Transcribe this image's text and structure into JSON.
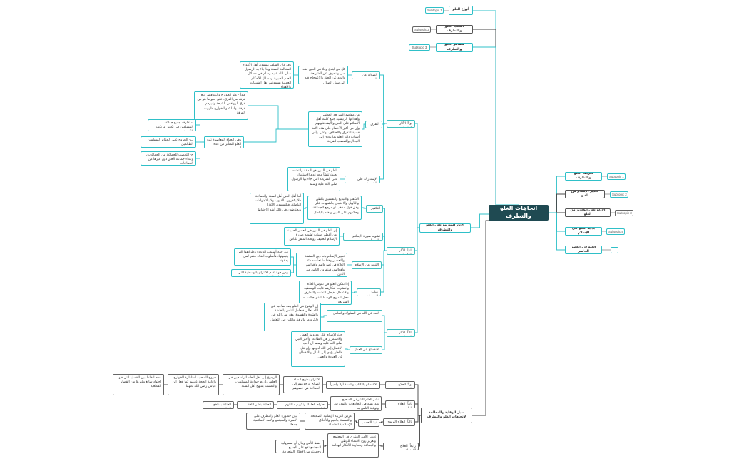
{
  "root": {
    "title": "اتجاهات الغلو والتطرف"
  },
  "top_branches": [
    {
      "id": "b1",
      "label": "أنواع الغلو",
      "tag": "Subtopic 1"
    },
    {
      "id": "b2",
      "label": "أسباب الغلو والتطرف",
      "tag": "Subtopic 2"
    },
    {
      "id": "b3",
      "label": "مظاهر الغلو والتطرف",
      "tag": "Subtopic 3"
    }
  ],
  "right_branches": [
    {
      "id": "r1",
      "label": "تعريف الغلو والتطرف",
      "tag": "Subtopic 1"
    },
    {
      "id": "r2",
      "label": "تحذير الإسلام من الغلو",
      "tag": "Subtopic 2"
    },
    {
      "id": "r3",
      "label": "الأدلة على التحذير من الغلو",
      "tag": "Subtopic 3"
    },
    {
      "id": "r4",
      "label": "بداية الغلو في الإسلام",
      "tag": "Subtopic 4"
    },
    {
      "id": "r5",
      "label": "الغلو في العصر الحاضر",
      "tag": ""
    }
  ],
  "effects": {
    "label": "الآثار المترتبة على الغلو والتطرف",
    "groups": [
      {
        "label": "أولاً: الآثار العقدية",
        "items": [
          {
            "label": "الضلالة عن الهدى",
            "detail": "كل من ابتدع وغلا في الدين فقد ضل وانحرف عن الشريعة، والبعد عن الحق والاعوجاج فيه إلى سبل الضلال",
            "note": "وقد كان السلف يسمون أهل الأهواء المخالفة للسنة وما جاء به الرسول صلى الله عليه وسلم في مسائل العلم الخبرية ومسائل الأحكام العملية يسمونهم أهل الشبهات والأهواء"
          },
          {
            "label": "التفرق",
            "detail": "من مقاصد الشريعة العظمى وأهدافها الرئيسية جمع كلمة أهل الإسلام على الحق وتأليف قلوبهم وإن من أكبر الأخطار على هذه الأمة قضية التفرق والاختلاف، وعلى رأس أسباب ذلك الغلو بما يؤدي إلى الجدال والتعصب للفرقة",
            "note": "فبدأ - غلو الخوارج والروافض أتبع فرقه من الفرق، على نحو ما هو من فرق الروافض الشيعة وغيرهم فرقة، ولما غلو الخوارج ظهرت الفرقة",
            "subs": [
              "أ- تفارقه جميع جماعة المسلمين في تكفير مرتكب الكبيرة",
              "ب- الخروج على الحكام المسلمين الظالمين",
              "ج- التعصب للجماعة من الجماعات، وعداء جماعة الحق دون غيرها من الجماعات"
            ],
            "subs_label": "وفي الحياة المعاصرة تنبع الغلو المتأثر من عدة أوجه"
          },
          {
            "label": "الإستدراك على الشريعة",
            "detail": "الغلو في الدين هو البدعة والتشدد بحيث تنشأ معه عدم الاستقرار على الشريعة التي جاء بها الرسول صلى الله عليه وسلم"
          }
        ]
      },
      {
        "label": "ثانياً: الآثار الفكرية",
        "items": [
          {
            "label": "التكفير",
            "detail": "التكفير والتبديع والتفسيق بالظن والتأويل والاحتجاج بالشبهات على وفق قول مذهب أو مرجع الجماعة، وحكمهم على الدين وأهله بالباطل",
            "note": "أما أهل الحق أهل السنة والجماعة فلا يكفرون بالذنوب ولا بالاجتهادات الباطلة، فيلتمسون الأعذار ويحتاطون في ذلك أشد الاحتياط"
          },
          {
            "label": "تشويه صورة الإسلام والمسلمين",
            "detail": "إن الغلو في الدين في العصر الحديث من أعظم أسباب تشويه صورة الإسلام الحنيف ووقعه المنفر للناس"
          },
          {
            "label": "التنفير من الإسلام",
            "detail": "تمييز الإسلام بأنه دين المشقة والتعسير وهذا ما تعكسه فئة الغلاة في تصرفاتهم وأقوالهم وأفعالهم، فينفرون الناس من الدين",
            "subs": [
              "من جهة أسلوب الدعوة وطرائقها التي يتبعونها، فأسلوب الغلاة منفر لمن يدعونه",
              "ومن جهة عدم الالتزام بالوسطية التي يحثنا عليها الإسلام"
            ]
          },
          {
            "label": "غياب الوسطية",
            "detail": "إذا تمكن الغلو في نفوس الغلاة وانتشرت أفكارهم غابت الوسطية والاعتدال، فيحل التشدد والتطرف محل المنهج الوسط الذي جاءت به الشريعة"
          }
        ]
      },
      {
        "label": "ثالثاً: الآثار السلوكية",
        "items": [
          {
            "label": "البعد عن الله في السلوك والتعامل",
            "detail": "إن الوقوع في الغلو يبعد صاحبه عن الله تعالى فيعامل الناس بالغلظة والشدة والقسوة، وقد نهى الله عن ذلك وأمر بالرفق واللين في التعامل"
          },
          {
            "label": "الانقطاع عن العمل",
            "detail": "حث الإسلام على مداومة العمل والاستمرار في الطاعة، وأخبر النبي صلى الله عليه وسلم أن أحب الأعمال إلى الله أدومها وإن قل، فالغلو يؤدي إلى الملل والانقطاع عن العبادة والعمل"
          }
        ]
      }
    ]
  },
  "solutions": {
    "label": "سبل الوقاية والمعالجة لاتجاهات الغلو والتطرف",
    "items": [
      {
        "label": "أولاً: العلاج العقدي",
        "detail": "الاعتصام بالكتاب والسنة أولاً وأخيراً",
        "chain": [
          "الالتزام بمنهج السلف الصالح ورجوعهم إلى الجماعة في عصرهم",
          "الرجوع إلى أهل العلم الراسخين في العلم، ولزوم جماعة المسلمين، والتمسك بمنهج أهل السنة",
          "خروج الصحابة لمناظرة الخوارج وإقامة الحجة عليهم كما فعل ابن عباس رضي الله عنهما",
          "عدم الخلط بين القضايا التي فيها اجتهاد سائغ وغيرها من القضايا القطعية"
        ]
      },
      {
        "label": "ثانياً: العلاج العلمي",
        "detail": "نشر العلم الشرعي الصحيح وتدريسه في الجامعات والمدارس وتوعية الناس به",
        "chain": [
          "احترام العلماء وتكريم مكانتهم العلمية",
          "العناية بنشر اللغة العربية",
          "العناية بمناهج التعليم"
        ]
      },
      {
        "label": "ثالثاً: العلاج التربوي",
        "detail": "نبذ التعصب",
        "chain": [
          "غرس التربية الإيمانية الصحيحة والتمسك بالقيم والأخلاق الإسلامية الفاضلة",
          "بيان خطورة الغلو والتطرف على الأسرة والمجتمع والأمة الإسلامية جمعاء"
        ]
      },
      {
        "label": "رابعاً: العلاج الاجتماعي",
        "detail": "تعزيز الأمن الفكري في المجتمع وتعزيز روح الانتماء للوطن والجماعة ومحاربة الأفكار الهدامة",
        "chain": [
          "حفظ الأمن وبيان أن مسؤولية المجتمع تقع على الجميع وحمايته من الأفكار المنحرفة"
        ]
      }
    ]
  },
  "colors": {
    "teal": "#2fc0c8",
    "dark": "#444444",
    "root": "#1f4a52",
    "accent": "#e04040"
  }
}
